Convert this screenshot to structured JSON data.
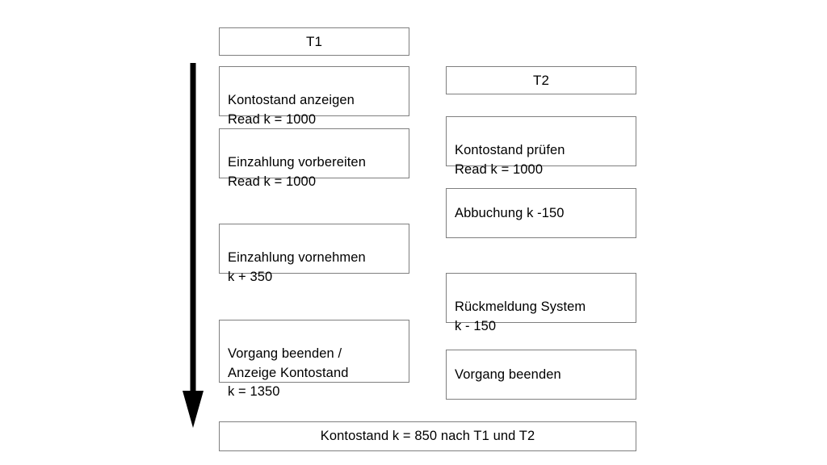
{
  "diagram": {
    "title_t1": "T1",
    "title_t2": "T2",
    "summary": "Kontostand k = 850 nach T1 und T2",
    "arrow": {
      "name": "time-axis-arrow",
      "direction": "down",
      "color": "#000000"
    },
    "colors": {
      "box_border": "#7f7f7f",
      "box_fill": "#ffffff",
      "text": "#000000",
      "arrow": "#000000",
      "background": "#ffffff"
    },
    "columns": [
      {
        "id": "t1",
        "header": "T1",
        "steps": [
          {
            "id": "t1-step-1",
            "lines": "Kontostand anzeigen\nRead k = 1000"
          },
          {
            "id": "t1-step-2",
            "lines": "Einzahlung vorbereiten\nRead k = 1000"
          },
          {
            "id": "t1-step-3",
            "lines": "Einzahlung vornehmen\nk + 350"
          },
          {
            "id": "t1-step-4",
            "lines": "Vorgang beenden /\nAnzeige Kontostand\nk = 1350"
          }
        ]
      },
      {
        "id": "t2",
        "header": "T2",
        "steps": [
          {
            "id": "t2-step-1",
            "lines": "Kontostand prüfen\nRead k = 1000"
          },
          {
            "id": "t2-step-2",
            "lines": "Abbuchung k -150"
          },
          {
            "id": "t2-step-3",
            "lines": "Rückmeldung System\nk - 150"
          },
          {
            "id": "t2-step-4",
            "lines": "Vorgang beenden"
          }
        ]
      }
    ]
  }
}
